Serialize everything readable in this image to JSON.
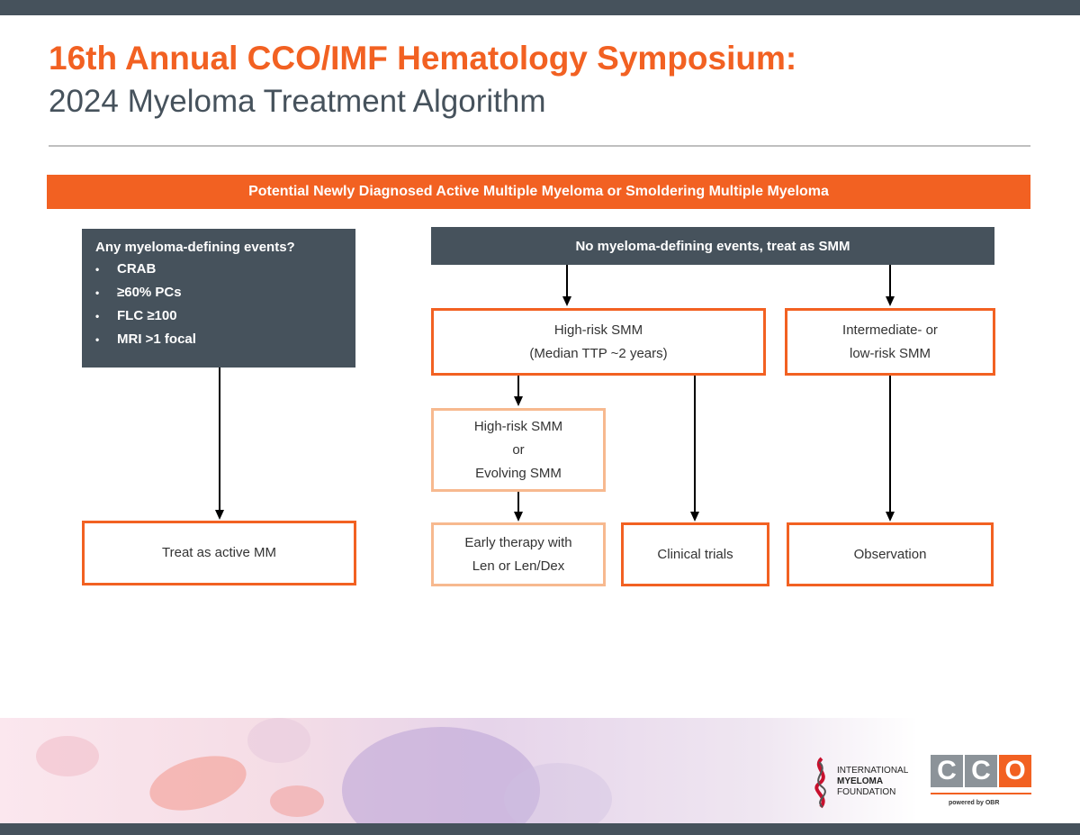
{
  "title": {
    "line1": "16th Annual CCO/IMF Hematology Symposium:",
    "line2": "2024 Myeloma Treatment Algorithm"
  },
  "banner": "Potential Newly Diagnosed Active Multiple Myeloma or Smoldering Multiple Myeloma",
  "left_box": {
    "question": "Any myeloma-defining events?",
    "items": [
      "CRAB",
      "≥60% PCs",
      "FLC ≥100",
      "MRI >1 focal"
    ]
  },
  "smm_bar": "No myeloma-defining events, treat as SMM",
  "high_risk": {
    "line1": "High-risk SMM",
    "line2": "(Median TTP ~2 years)"
  },
  "int_low_risk": {
    "line1": "Intermediate- or",
    "line2": "low-risk SMM"
  },
  "evolving": {
    "line1": "High-risk SMM",
    "line2": "or",
    "line3": "Evolving SMM"
  },
  "outcomes": {
    "treat_active": "Treat as active MM",
    "early_therapy_line1": "Early therapy with",
    "early_therapy_line2": "Len or Len/Dex",
    "clinical_trials": "Clinical trials",
    "observation": "Observation"
  },
  "logos": {
    "imf_line1": "INTERNATIONAL",
    "imf_line2": "MYELOMA",
    "imf_line3": "FOUNDATION",
    "cco_letters": [
      "C",
      "C",
      "O"
    ],
    "cco_tagline": "powered by OBR"
  },
  "colors": {
    "orange": "#f26122",
    "light_orange": "#f7b98f",
    "slate": "#46525c"
  }
}
